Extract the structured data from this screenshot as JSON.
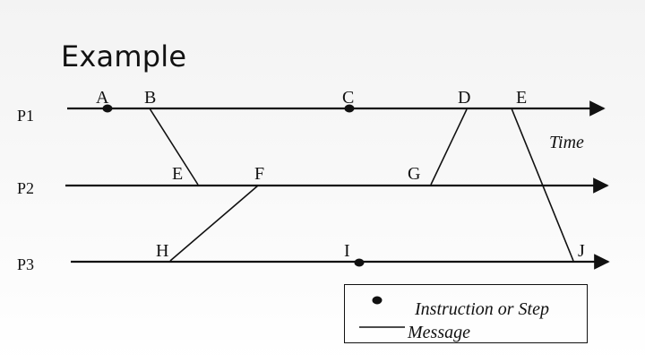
{
  "title": "Example",
  "processes": [
    "P1",
    "P2",
    "P3"
  ],
  "timeline_label": "Time",
  "events": {
    "p1": [
      "A",
      "B",
      "C",
      "D",
      "E"
    ],
    "p2": [
      "E",
      "F",
      "G"
    ],
    "p3": [
      "H",
      "I",
      "J"
    ]
  },
  "legend": {
    "instruction": "Instruction or Step",
    "message": "Message"
  },
  "colors": {
    "line": "#111111",
    "text": "#111111"
  }
}
